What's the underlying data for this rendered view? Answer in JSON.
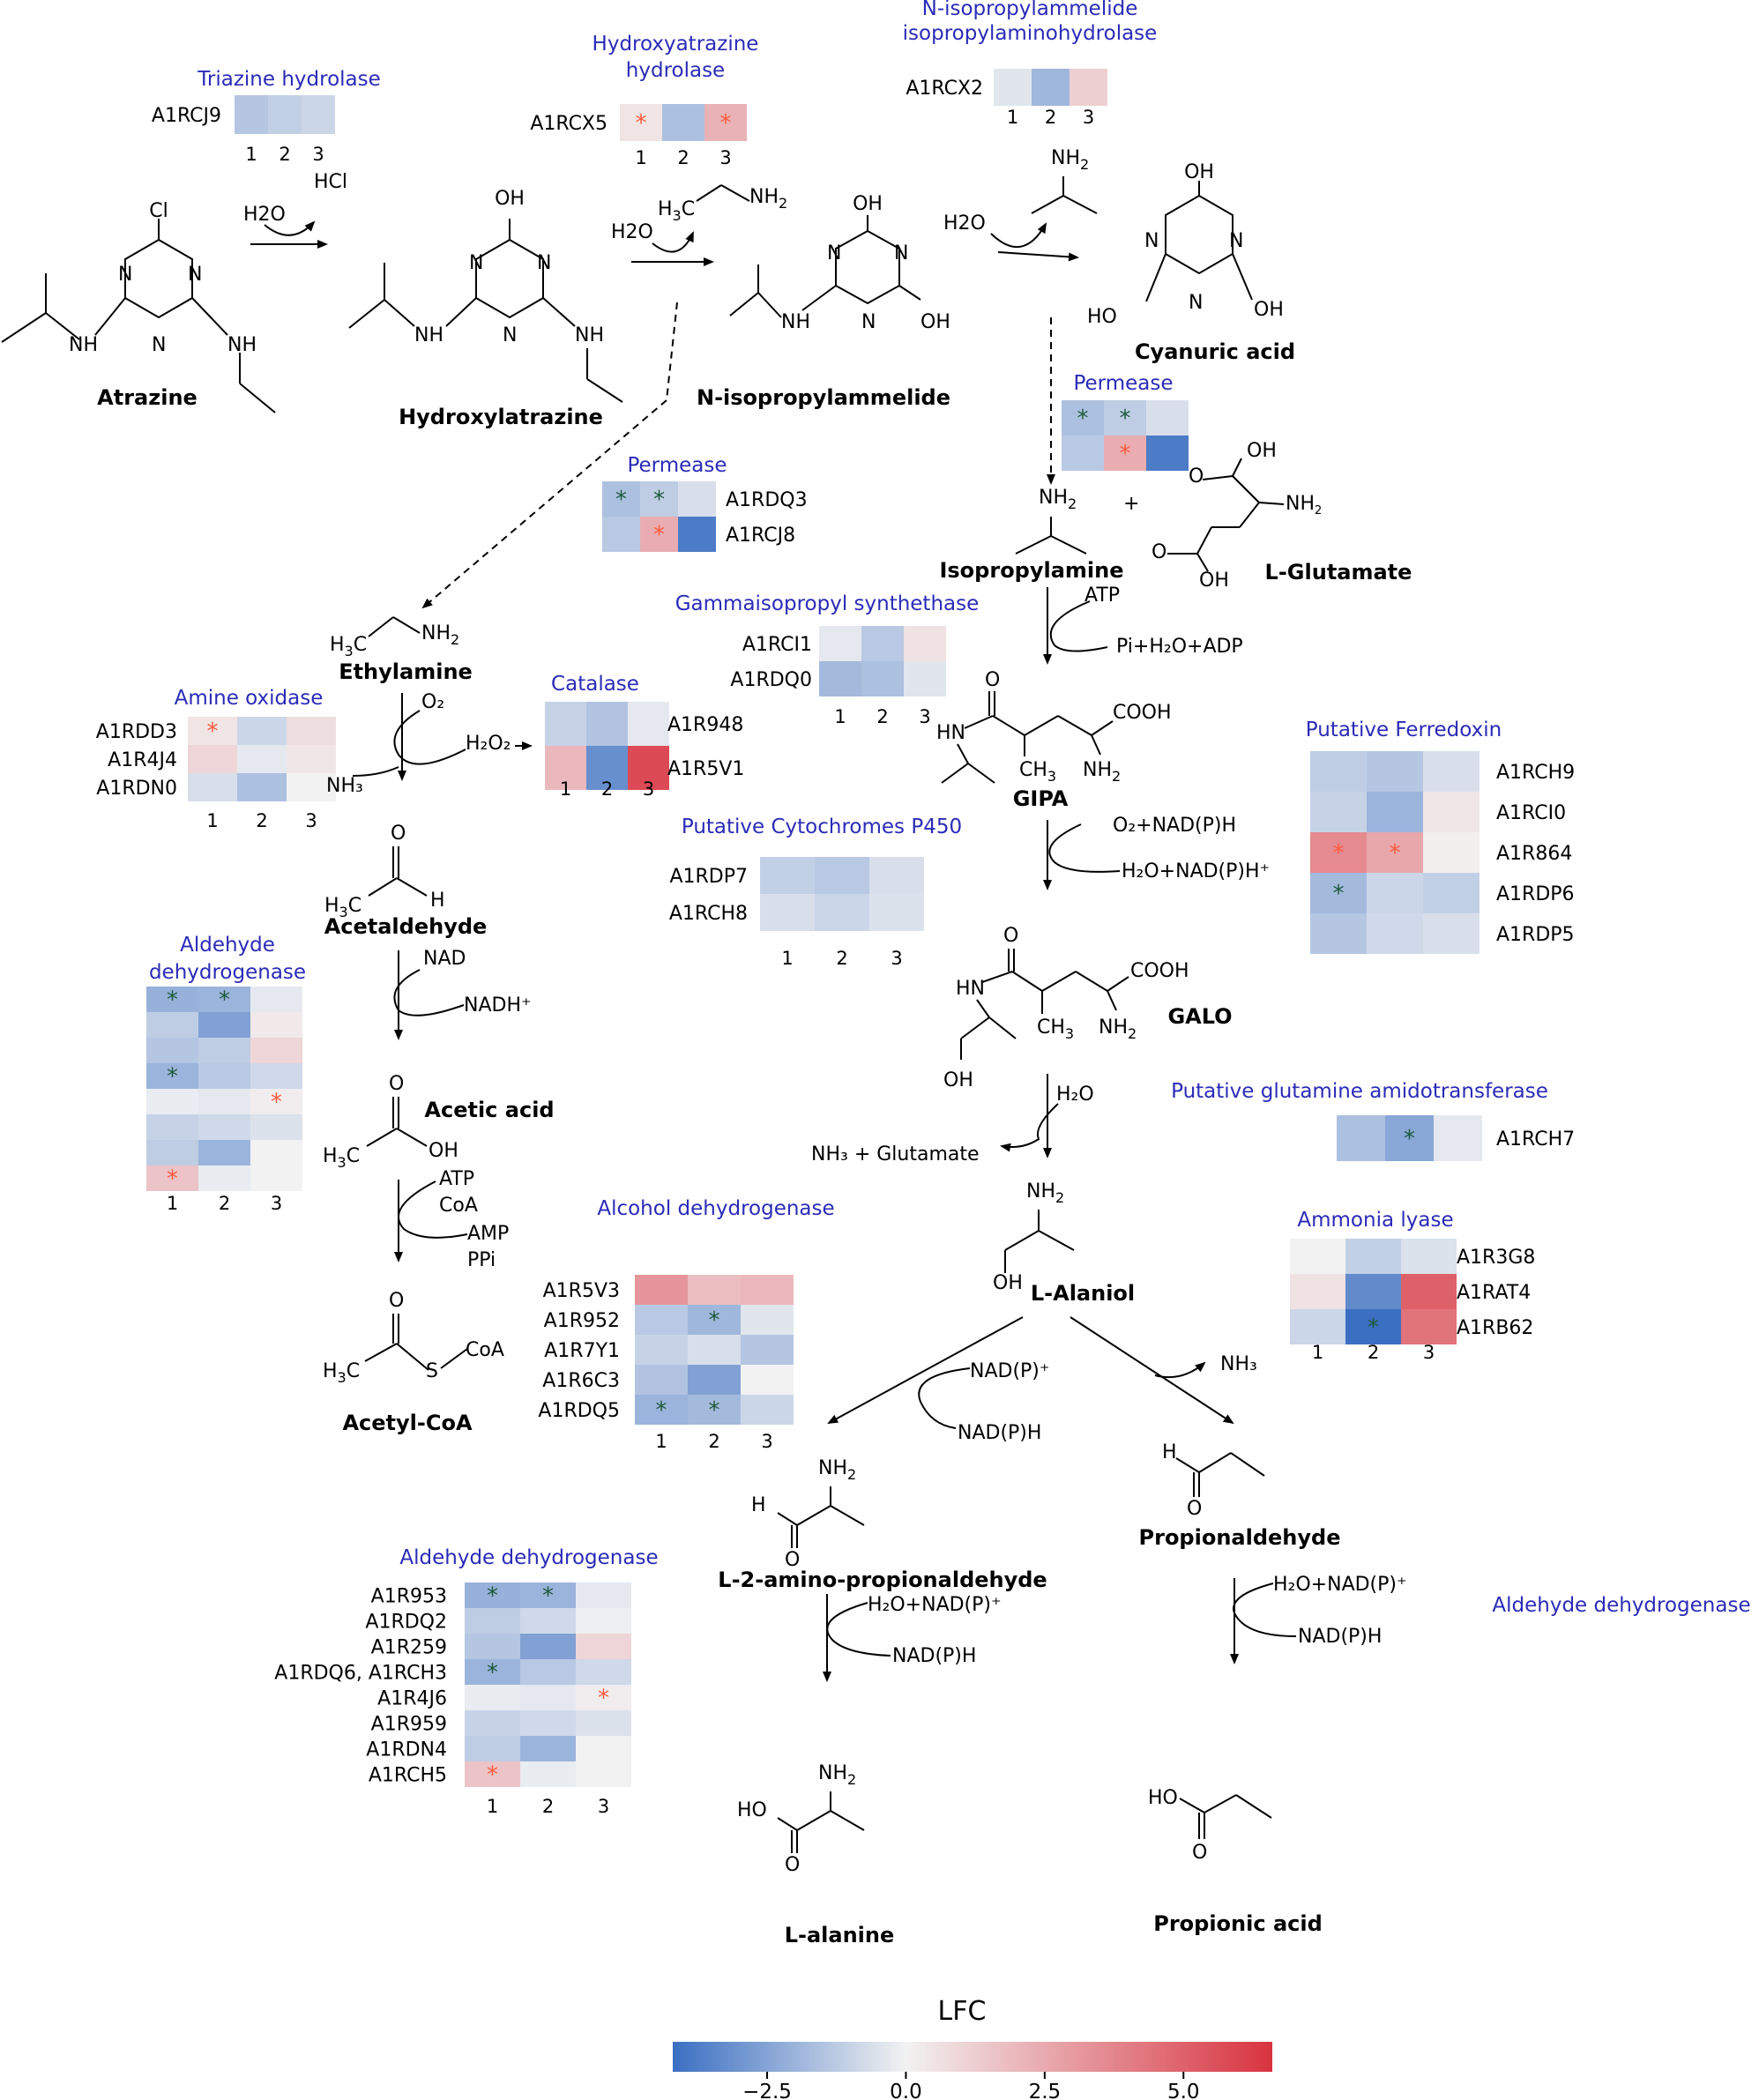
{
  "enzymes": {
    "triazine_hydrolase": "Triazine hydrolase",
    "hydroxyatrazine_hydrolase": [
      "Hydroxyatrazine",
      "hydrolase"
    ],
    "n_isopropylammelide_hydrolase": [
      "N-isopropylammelide",
      "isopropylaminohydrolase"
    ],
    "permease": "Permease",
    "gammaisopropyl_synthethase": "Gammaisopropyl synthethase",
    "amine_oxidase": "Amine oxidase",
    "catalase": "Catalase",
    "putative_ferredoxin": "Putative Ferredoxin",
    "putative_p450": "Putative Cytochromes P450",
    "aldehyde_dehydrogenase_left": [
      "Aldehyde",
      "dehydrogenase"
    ],
    "putative_glutamine_amidotransferase": "Putative glutamine  amidotransferase",
    "alcohol_dehydrogenase": "Alcohol dehydrogenase",
    "ammonia_lyase": "Ammonia lyase",
    "aldehyde_dehydrogenase": "Aldehyde dehydrogenase"
  },
  "compounds": {
    "atrazine": "Atrazine",
    "hydroxylatrazine": "Hydroxylatrazine",
    "n_isopropylammelide": "N-isopropylammelide",
    "cyanuric_acid": "Cyanuric acid",
    "isopropylamine": "Isopropylamine",
    "l_glutamate": "L-Glutamate",
    "ethylamine": "Ethylamine",
    "gipa": "GIPA",
    "acetaldehyde": "Acetaldehyde",
    "galo": "GALO",
    "acetic_acid": "Acetic acid",
    "l_alaniol": "L-Alaniol",
    "acetyl_coa": "Acetyl-CoA",
    "l_2_amino_propionaldehyde": "L-2-amino-propionaldehyde",
    "propionaldehyde": "Propionaldehyde",
    "l_alanine": "L-alanine",
    "propionic_acid": "Propionic acid"
  },
  "reaction_labels": {
    "h2o": "H2O",
    "hcl": "HCl",
    "plus": "+",
    "atp": "ATP",
    "pi_h2o_adp": "Pi+H₂O+ADP",
    "o2": "O₂",
    "h2o2": "H₂O₂",
    "nh3": "NH₃",
    "o2_nadph": "O₂+NAD(P)H",
    "h2o_nadp": "H₂O+NAD(P)H⁺",
    "nad": "NAD",
    "nadh": "NADH⁺",
    "h2o_b": "H₂O",
    "nh3_glutamate": "NH₃ + Glutamate",
    "coa": "CoA",
    "amp": "AMP",
    "ppi": "PPi",
    "nadp_plus": "NAD(P)⁺",
    "nadph": "NAD(P)H",
    "h2o_nadp_plus": "H₂O+NAD(P)⁺"
  },
  "heatmap_columns": [
    "1",
    "2",
    "3"
  ],
  "heatmaps": {
    "triazine": {
      "genes": [
        "A1RCJ9"
      ],
      "values": [
        [
          -1.4,
          -1.1,
          -0.9
        ]
      ],
      "stars": [
        [
          0,
          0,
          0
        ]
      ]
    },
    "hydroxyatrazine": {
      "genes": [
        "A1RCX5"
      ],
      "values": [
        [
          0.5,
          -1.6,
          2.2
        ]
      ],
      "stars": [
        [
          1,
          0,
          1
        ]
      ]
    },
    "isopropylaminohydrolase": {
      "genes": [
        "A1RCX2"
      ],
      "values": [
        [
          -0.4,
          -1.9,
          1.2
        ]
      ],
      "stars": [
        [
          0,
          0,
          0
        ]
      ]
    },
    "permease_right": {
      "genes": [
        "",
        ""
      ],
      "values": [
        [
          -1.6,
          -1.2,
          -0.6
        ],
        [
          -1.3,
          2.4,
          -3.8
        ]
      ],
      "stars": [
        [
          1,
          1,
          0
        ],
        [
          0,
          1,
          0
        ]
      ]
    },
    "permease_left": {
      "genes": [
        "A1RDQ3",
        "A1RCJ8"
      ],
      "values": [
        [
          -1.6,
          -1.2,
          -0.6
        ],
        [
          -1.3,
          2.4,
          -3.8
        ]
      ],
      "stars": [
        [
          1,
          1,
          0
        ],
        [
          0,
          1,
          0
        ]
      ]
    },
    "gamma": {
      "genes": [
        "A1RCI1",
        "A1RDQ0"
      ],
      "values": [
        [
          -0.3,
          -1.3,
          0.6
        ],
        [
          -1.8,
          -1.6,
          -0.4
        ]
      ],
      "stars": [
        [
          0,
          0,
          0
        ],
        [
          0,
          0,
          0
        ]
      ]
    },
    "amine_oxidase": {
      "genes": [
        "A1RDD3",
        "A1R4J4",
        "A1RDN0"
      ],
      "values": [
        [
          0.5,
          -0.9,
          0.7
        ],
        [
          1.0,
          -0.3,
          0.4
        ],
        [
          -0.6,
          -1.6,
          0.0
        ]
      ],
      "stars": [
        [
          1,
          0,
          0
        ],
        [
          0,
          0,
          0
        ],
        [
          0,
          0,
          0
        ]
      ]
    },
    "catalase": {
      "genes": [
        "A1R948",
        "A1R5V1"
      ],
      "values": [
        [
          -1.0,
          -1.5,
          -0.3
        ],
        [
          2.0,
          -3.2,
          5.8
        ]
      ],
      "stars": [
        [
          0,
          0,
          0
        ],
        [
          0,
          0,
          0
        ]
      ]
    },
    "ferredoxin": {
      "genes": [
        "A1RCH9",
        "A1RCI0",
        "A1R864",
        "A1RDP6",
        "A1RDP5"
      ],
      "values": [
        [
          -1.2,
          -1.4,
          -0.6
        ],
        [
          -1.0,
          -2.0,
          0.4
        ],
        [
          3.6,
          2.6,
          0.1
        ],
        [
          -1.8,
          -0.9,
          -1.1
        ],
        [
          -1.4,
          -0.8,
          -0.6
        ]
      ],
      "stars": [
        [
          0,
          0,
          0
        ],
        [
          0,
          0,
          0
        ],
        [
          1,
          1,
          0
        ],
        [
          1,
          0,
          0
        ],
        [
          0,
          0,
          0
        ]
      ]
    },
    "p450": {
      "genes": [
        "A1RDP7",
        "A1RCH8"
      ],
      "values": [
        [
          -1.1,
          -1.3,
          -0.6
        ],
        [
          -0.6,
          -0.9,
          -0.5
        ]
      ],
      "stars": [
        [
          0,
          0,
          0
        ],
        [
          0,
          0,
          0
        ]
      ]
    },
    "aldehyde_left": {
      "genes": [
        "",
        "",
        "",
        "",
        "",
        "",
        "",
        ""
      ],
      "values": [
        [
          -2.1,
          -2.0,
          -0.3
        ],
        [
          -1.2,
          -2.6,
          0.3
        ],
        [
          -1.4,
          -1.2,
          1.0
        ],
        [
          -2.0,
          -1.3,
          -0.8
        ],
        [
          -0.2,
          -0.3,
          0.2
        ],
        [
          -1.0,
          -0.8,
          -0.5
        ],
        [
          -1.2,
          -2.0,
          0.0
        ],
        [
          1.6,
          -0.2,
          0.0
        ]
      ],
      "stars": [
        [
          1,
          1,
          0
        ],
        [
          0,
          0,
          0
        ],
        [
          0,
          0,
          0
        ],
        [
          1,
          0,
          0
        ],
        [
          0,
          0,
          1
        ],
        [
          0,
          0,
          0
        ],
        [
          0,
          0,
          0
        ],
        [
          1,
          0,
          0
        ]
      ]
    },
    "glutamine": {
      "genes": [
        "A1RCH7"
      ],
      "values": [
        [
          -1.6,
          -2.4,
          -0.3
        ]
      ],
      "stars": [
        [
          0,
          1,
          0
        ]
      ]
    },
    "alcohol": {
      "genes": [
        "A1R5V3",
        "A1R952",
        "A1R7Y1",
        "A1R6C3",
        "A1RDQ5"
      ],
      "values": [
        [
          3.2,
          1.8,
          2.0
        ],
        [
          -1.3,
          -1.9,
          -0.4
        ],
        [
          -1.0,
          -0.6,
          -1.4
        ],
        [
          -1.5,
          -2.6,
          0.0
        ],
        [
          -2.0,
          -1.8,
          -0.9
        ]
      ],
      "stars": [
        [
          0,
          0,
          0
        ],
        [
          0,
          1,
          0
        ],
        [
          0,
          0,
          0
        ],
        [
          0,
          0,
          0
        ],
        [
          1,
          1,
          0
        ]
      ]
    },
    "ammonia": {
      "genes": [
        "A1R3G8",
        "A1RAT4",
        "A1RB62"
      ],
      "values": [
        [
          0.0,
          -1.1,
          -0.5
        ],
        [
          0.6,
          -3.3,
          5.0
        ],
        [
          -0.9,
          -4.2,
          4.4
        ]
      ],
      "stars": [
        [
          0,
          0,
          0
        ],
        [
          0,
          0,
          0
        ],
        [
          0,
          1,
          0
        ]
      ]
    },
    "aldehyde_bottom": {
      "genes": [
        "A1R953",
        "A1RDQ2",
        "A1R259",
        "A1RDQ6, A1RCH3",
        "A1R4J6",
        "A1R959",
        "A1RDN4",
        "A1RCH5"
      ],
      "values": [
        [
          -2.1,
          -2.0,
          -0.3
        ],
        [
          -1.2,
          -0.8,
          -0.1
        ],
        [
          -1.4,
          -2.6,
          1.0
        ],
        [
          -2.0,
          -1.3,
          -0.8
        ],
        [
          -0.2,
          -0.3,
          0.2
        ],
        [
          -1.0,
          -0.8,
          -0.5
        ],
        [
          -1.2,
          -2.0,
          0.0
        ],
        [
          1.6,
          -0.2,
          0.0
        ]
      ],
      "stars": [
        [
          1,
          1,
          0
        ],
        [
          0,
          0,
          0
        ],
        [
          0,
          0,
          0
        ],
        [
          1,
          0,
          0
        ],
        [
          0,
          0,
          1
        ],
        [
          0,
          0,
          0
        ],
        [
          0,
          0,
          0
        ],
        [
          1,
          0,
          0
        ]
      ]
    }
  },
  "colorbar": {
    "title": "LFC",
    "min": -4.2,
    "max": 6.6,
    "ticks": [
      -2.5,
      0.0,
      2.5,
      5.0
    ],
    "tick_labels": [
      "−2.5",
      "0.0",
      "2.5",
      "5.0"
    ],
    "neg_color": "#3b6fc2",
    "mid_color": "#f2f2f2",
    "pos_color": "#d8333f"
  },
  "star_colors": {
    "up": "#ff5a3c",
    "down": "#1d5a3a"
  }
}
